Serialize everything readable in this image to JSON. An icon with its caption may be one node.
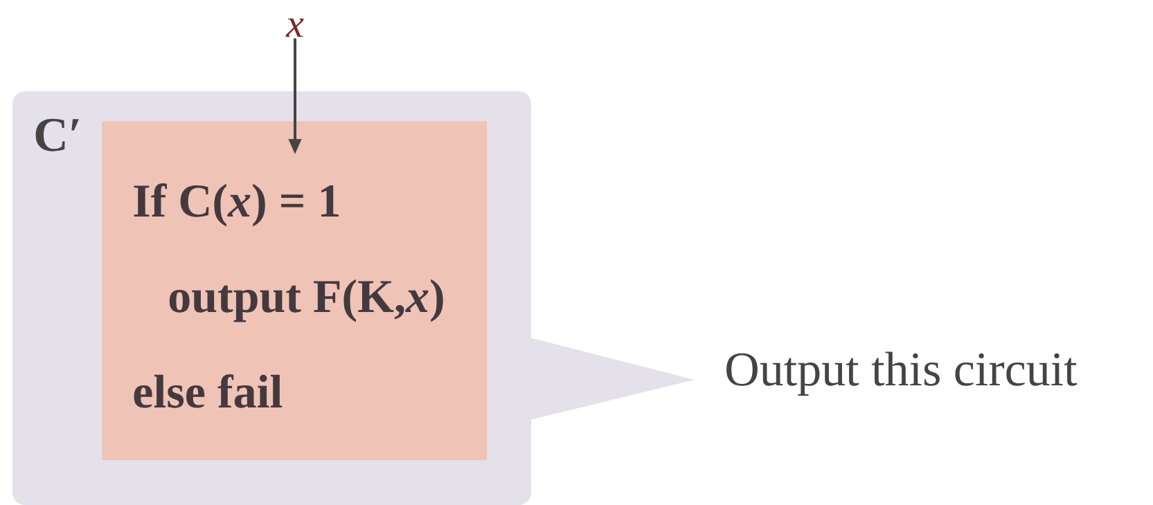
{
  "diagram": {
    "nodes": [
      {
        "text": [
          "C′"
        ]
      },
      {
        "text": [
          "If C(*x*) = 1",
          "output F(K,*x*)",
          "else fail"
        ],
        "in": 0
      },
      {
        "text": [
          "x"
        ]
      }
    ],
    "edges": [
      {
        "from": 2,
        "to": 1,
        "arrow": "to"
      }
    ],
    "labels": [
      "Output this circuit"
    ]
  }
}
